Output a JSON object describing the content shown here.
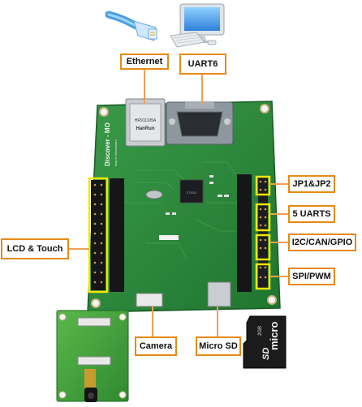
{
  "labels": {
    "ethernet": "Ethernet",
    "uart6": "UART6",
    "jp": "JP1&JP2",
    "uarts": "5 UARTS",
    "i2c": "I2C/CAN/GPIO",
    "spi": "SPI/PWM",
    "lcd": "LCD & Touch",
    "camera": "Camera",
    "microsd": "Micro SD"
  },
  "board_texts": {
    "brand": "Discover - MO",
    "brand_sub": "help in Waveshare",
    "chip": "STM32",
    "lan_chip": "HR911105A",
    "lan_brand": "HanRun"
  },
  "sd_card": {
    "brand": "micro",
    "logo": "SD",
    "capacity": "2GB"
  },
  "colors": {
    "callout_border": "#e58a14",
    "connector_line": "#f0a050",
    "pin_highlight": "#f2e600",
    "pcb": "#2d8a3e",
    "pcb_dark": "#1c6a2b"
  },
  "icons": [
    "ethernet-cable-icon",
    "computer-icon"
  ]
}
